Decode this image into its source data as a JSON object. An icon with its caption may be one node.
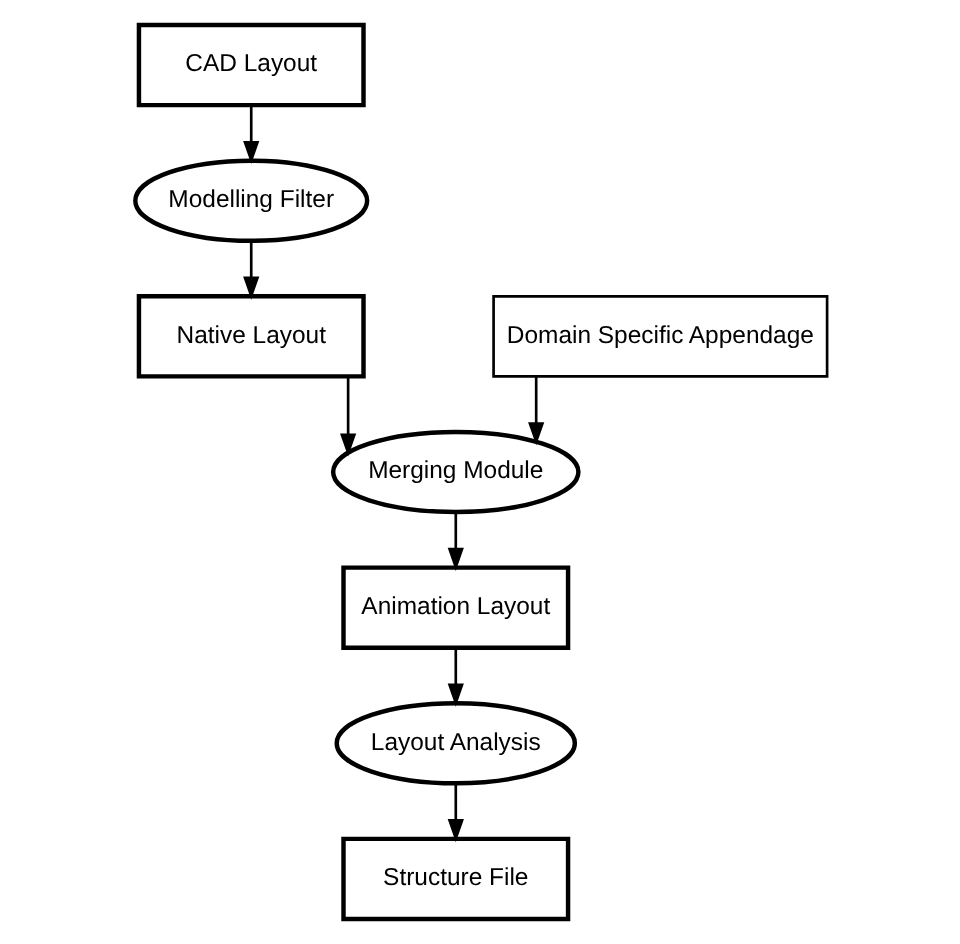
{
  "diagram": {
    "nodes": [
      {
        "text": [
          "CAD Layout"
        ]
      },
      {
        "text": [
          "Modelling Filter"
        ]
      },
      {
        "text": [
          "Native Layout"
        ]
      },
      {
        "text": [
          "Domain Specific Appendage"
        ]
      },
      {
        "text": [
          "Merging Module"
        ]
      },
      {
        "text": [
          "Animation Layout"
        ]
      },
      {
        "text": [
          "Layout Analysis"
        ]
      },
      {
        "text": [
          "Structure File"
        ]
      }
    ],
    "edges": [
      {
        "from": 0,
        "to": 1,
        "arrow": "to"
      },
      {
        "from": 1,
        "to": 2,
        "arrow": "to"
      },
      {
        "from": 2,
        "to": 4,
        "arrow": "to"
      },
      {
        "from": 3,
        "to": 4,
        "arrow": "to"
      },
      {
        "from": 4,
        "to": 5,
        "arrow": "to"
      },
      {
        "from": 5,
        "to": 6,
        "arrow": "to"
      },
      {
        "from": 6,
        "to": 7,
        "arrow": "to"
      }
    ]
  }
}
